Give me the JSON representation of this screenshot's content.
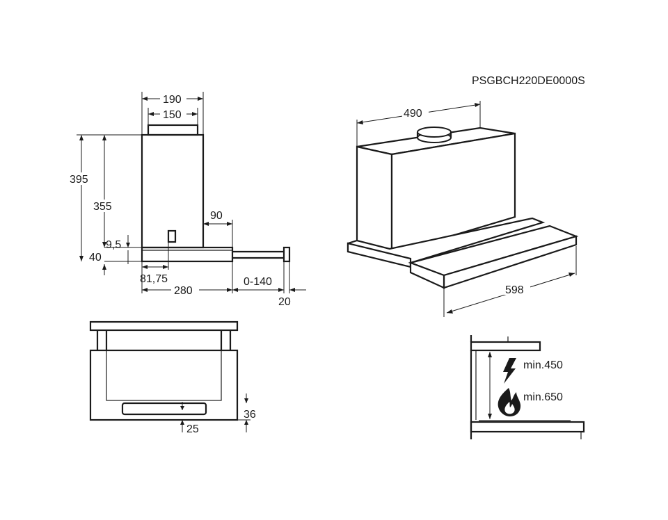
{
  "model_code": "PSGBCH220DE0000S",
  "side_view": {
    "width_outer": "190",
    "width_inner": "150",
    "height_total": "395",
    "height_body": "355",
    "offset_90": "90",
    "offset_9_5": "9,5",
    "panel_40": "40",
    "offset_81_75": "81,75",
    "depth_280": "280",
    "extension": "0-140",
    "handle_20": "20"
  },
  "iso_view": {
    "width_top": "490",
    "width_front": "598"
  },
  "front_view": {
    "dim_36": "36",
    "dim_25": "25"
  },
  "clearance": {
    "electric_min": "min.450",
    "gas_min": "min.650"
  },
  "icons": [
    "lightning-icon",
    "flame-icon"
  ]
}
